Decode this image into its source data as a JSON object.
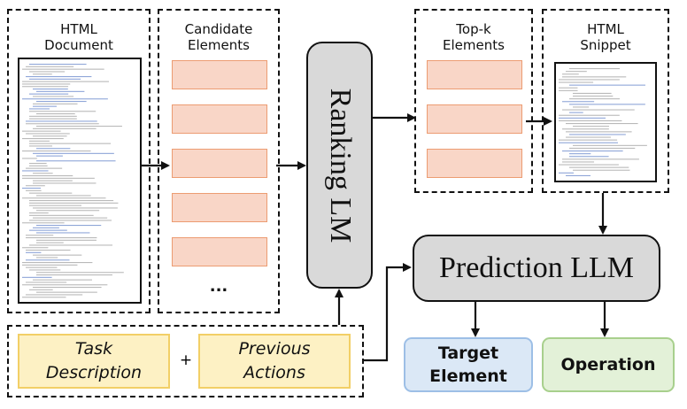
{
  "html_document": {
    "title": "HTML\nDocument"
  },
  "candidate_elements": {
    "title": "Candidate\nElements",
    "ellipsis": "..."
  },
  "ranking_lm": {
    "label": "Ranking LM"
  },
  "topk_elements": {
    "title": "Top-k\nElements"
  },
  "html_snippet": {
    "title": "HTML\nSnippet"
  },
  "prediction_llm": {
    "label": "Prediction LLM"
  },
  "inputs": {
    "task": "Task\nDescription",
    "plus": "+",
    "previous": "Previous\nActions"
  },
  "outputs": {
    "target": "Target\nElement",
    "operation": "Operation"
  },
  "colors": {
    "candidate_fill": "#f9d6c7",
    "candidate_border": "#ec9c72",
    "input_fill": "#fdf1c4",
    "input_border": "#f2cf66",
    "target_fill": "#dbe8f6",
    "target_border": "#9dbfe6",
    "operation_fill": "#e3f1d8",
    "operation_border": "#a8d08d",
    "llm_fill": "#d9d9d9"
  }
}
